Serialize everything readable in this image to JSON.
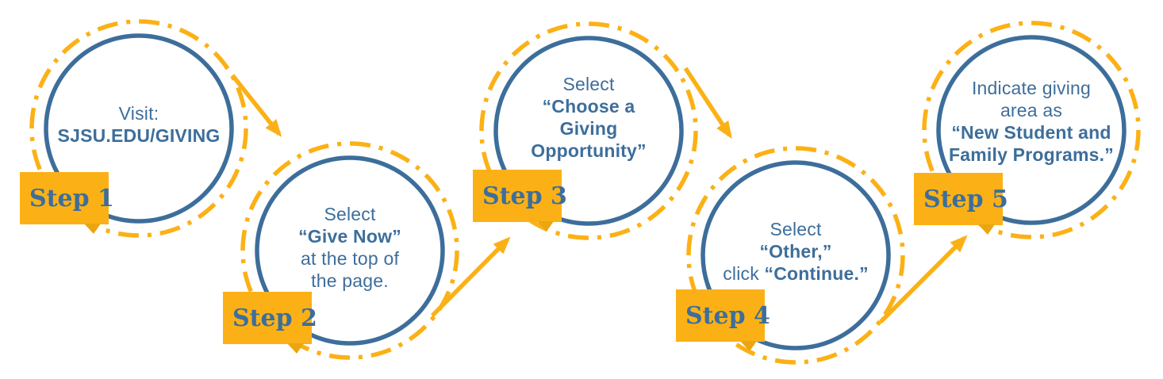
{
  "diagram": {
    "description": "Five-step giving instructions flow diagram",
    "colors": {
      "gold": "#fbb116",
      "gold_dark": "#eaa60f",
      "blue": "#3d6e9b",
      "background": "#ffffff"
    },
    "steps": [
      {
        "badge": "Step 1",
        "lines": [
          {
            "segments": [
              {
                "text": "Visit:",
                "bold": false
              }
            ]
          },
          {
            "segments": [
              {
                "text": "SJSU.EDU/GIVING",
                "bold": true
              }
            ]
          }
        ]
      },
      {
        "badge": "Step 2",
        "lines": [
          {
            "segments": [
              {
                "text": "Select",
                "bold": false
              }
            ]
          },
          {
            "segments": [
              {
                "text": "“Give Now”",
                "bold": true
              }
            ]
          },
          {
            "segments": [
              {
                "text": "at the top of",
                "bold": false
              }
            ]
          },
          {
            "segments": [
              {
                "text": "the page.",
                "bold": false
              }
            ]
          }
        ]
      },
      {
        "badge": "Step 3",
        "lines": [
          {
            "segments": [
              {
                "text": "Select",
                "bold": false
              }
            ]
          },
          {
            "segments": [
              {
                "text": "“Choose a",
                "bold": true
              }
            ]
          },
          {
            "segments": [
              {
                "text": "Giving",
                "bold": true
              }
            ]
          },
          {
            "segments": [
              {
                "text": "Opportunity”",
                "bold": true
              }
            ]
          }
        ]
      },
      {
        "badge": "Step 4",
        "lines": [
          {
            "segments": [
              {
                "text": "Select",
                "bold": false
              }
            ]
          },
          {
            "segments": [
              {
                "text": "“Other,”",
                "bold": true
              }
            ]
          },
          {
            "segments": [
              {
                "text": "click ",
                "bold": false
              },
              {
                "text": "“Continue.”",
                "bold": true
              }
            ]
          }
        ]
      },
      {
        "badge": "Step 5",
        "lines": [
          {
            "segments": [
              {
                "text": "Indicate giving",
                "bold": false
              }
            ]
          },
          {
            "segments": [
              {
                "text": "area as",
                "bold": false
              }
            ]
          },
          {
            "segments": [
              {
                "text": "“New Student and",
                "bold": true
              }
            ]
          },
          {
            "segments": [
              {
                "text": "Family Programs.”",
                "bold": true
              }
            ]
          }
        ]
      }
    ]
  }
}
